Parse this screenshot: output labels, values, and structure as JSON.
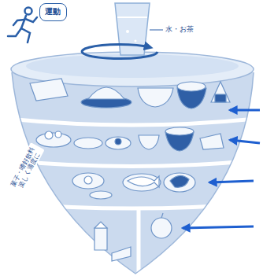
{
  "diagram": {
    "nodes": [
      {
        "text": [
          "運動"
        ]
      }
    ],
    "labels": [
      "水・お茶",
      "菓子・嗜好飲料 楽しく適度に"
    ]
  }
}
